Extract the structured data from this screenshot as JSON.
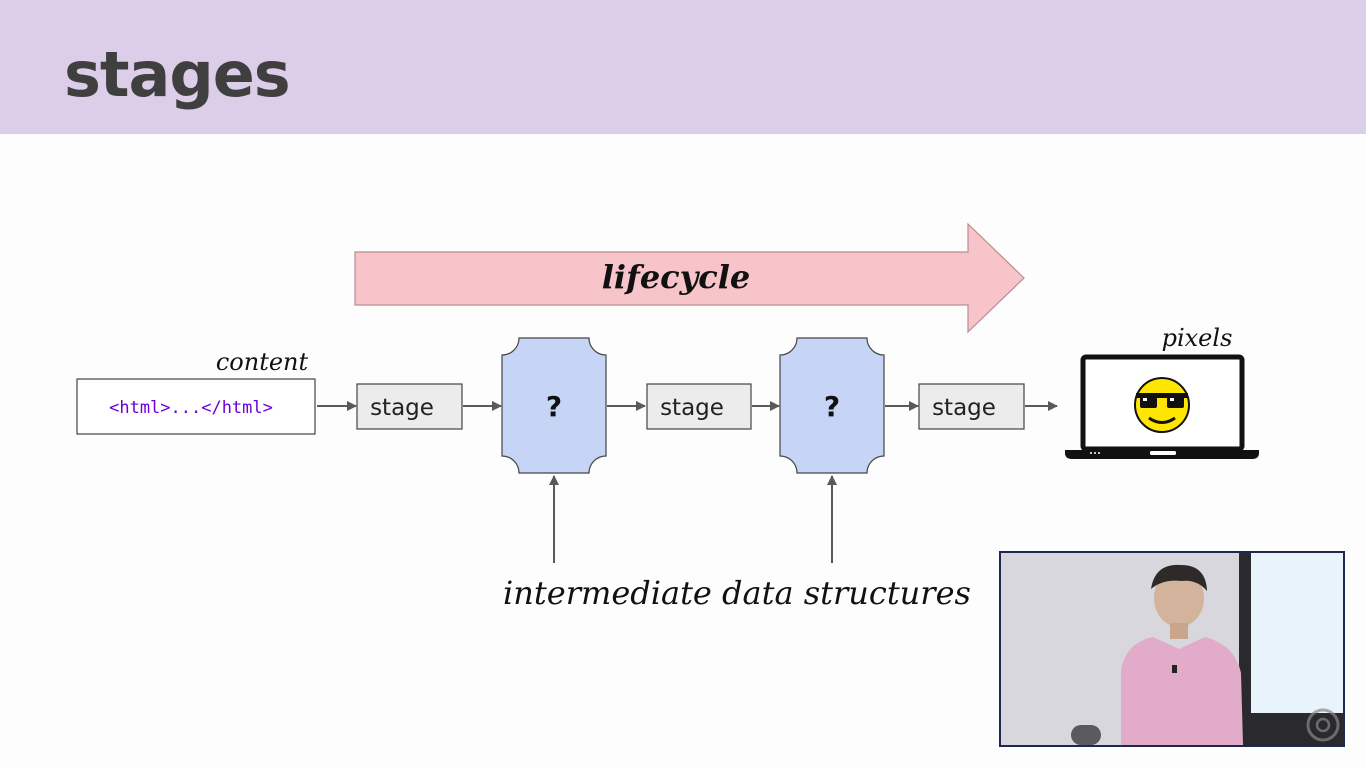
{
  "slide": {
    "title": "stages"
  },
  "diagram": {
    "lifecycle_label": "lifecycle",
    "content_label": "content",
    "html_snippet": "<html>...</html>",
    "stage_labels": [
      "stage",
      "stage",
      "stage"
    ],
    "unknown_labels": [
      "?",
      "?"
    ],
    "pixels_label": "pixels",
    "intermediate_label": "intermediate data structures",
    "colors": {
      "lifecycle_arrow": "#f6c4c9",
      "unknown_box": "#c6d4f6",
      "stage_box": "#ececec",
      "code": "#6a00d8",
      "smiley": "#ffe600"
    }
  },
  "video": {
    "icon": "chrome-logo-icon"
  }
}
